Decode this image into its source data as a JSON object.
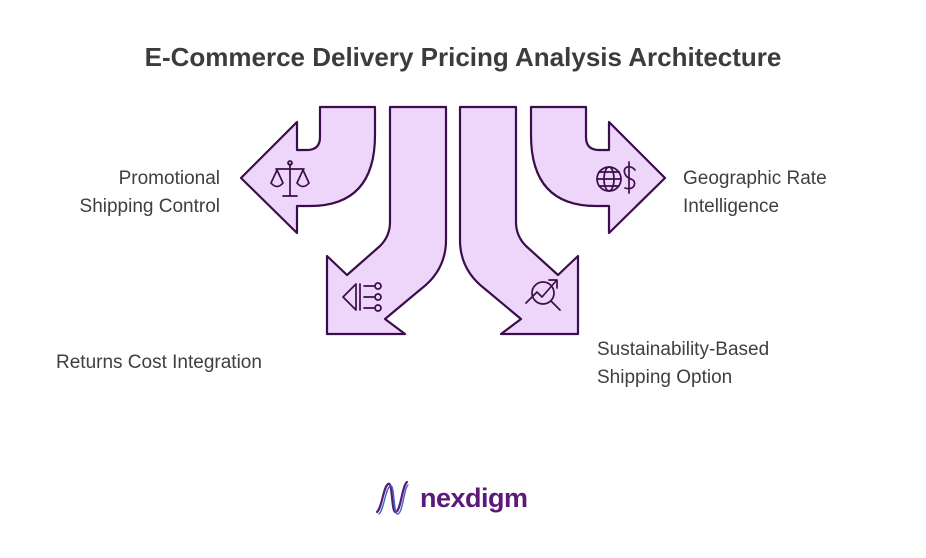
{
  "title": "E-Commerce Delivery Pricing Analysis Architecture",
  "nodes": [
    {
      "id": "promo",
      "lines": [
        "Promotional",
        "Shipping Control"
      ],
      "icon": "scales-icon"
    },
    {
      "id": "returns",
      "lines": [
        "Returns Cost Integration"
      ],
      "icon": "diversify-icon"
    },
    {
      "id": "sustain",
      "lines": [
        "Sustainability-Based",
        "Shipping Option"
      ],
      "icon": "growth-search-icon"
    },
    {
      "id": "geo",
      "lines": [
        "Geographic Rate",
        "Intelligence"
      ],
      "icon": "globe-dollar-icon"
    }
  ],
  "brand": {
    "name": "nexdigm",
    "logo": "nexdigm-logo-icon"
  },
  "colors": {
    "arrow_fill": "#edd6f9",
    "arrow_stroke": "#3b0d4b",
    "brand": "#5b1a7a"
  }
}
